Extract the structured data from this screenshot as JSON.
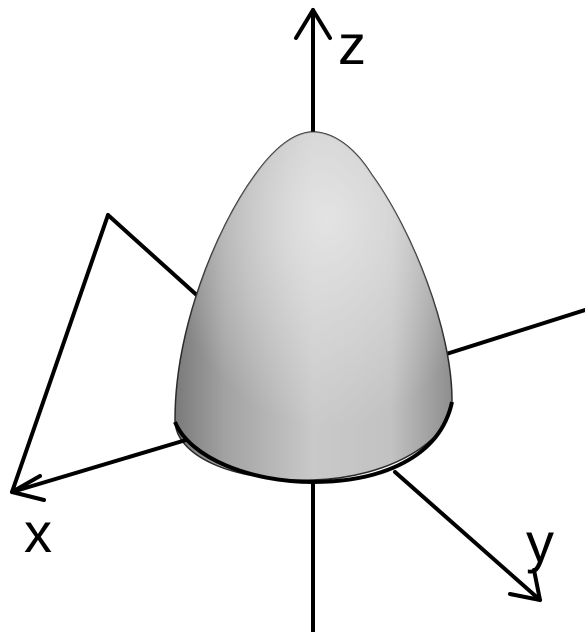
{
  "axes": {
    "x_label": "x",
    "y_label": "y",
    "z_label": "z"
  },
  "colors": {
    "surface_light": "#d8d8d8",
    "surface_mid": "#b4b4b4",
    "surface_dark": "#7a7a7a",
    "rim": "#000000",
    "axis": "#000000",
    "background": "#ffffff"
  }
}
